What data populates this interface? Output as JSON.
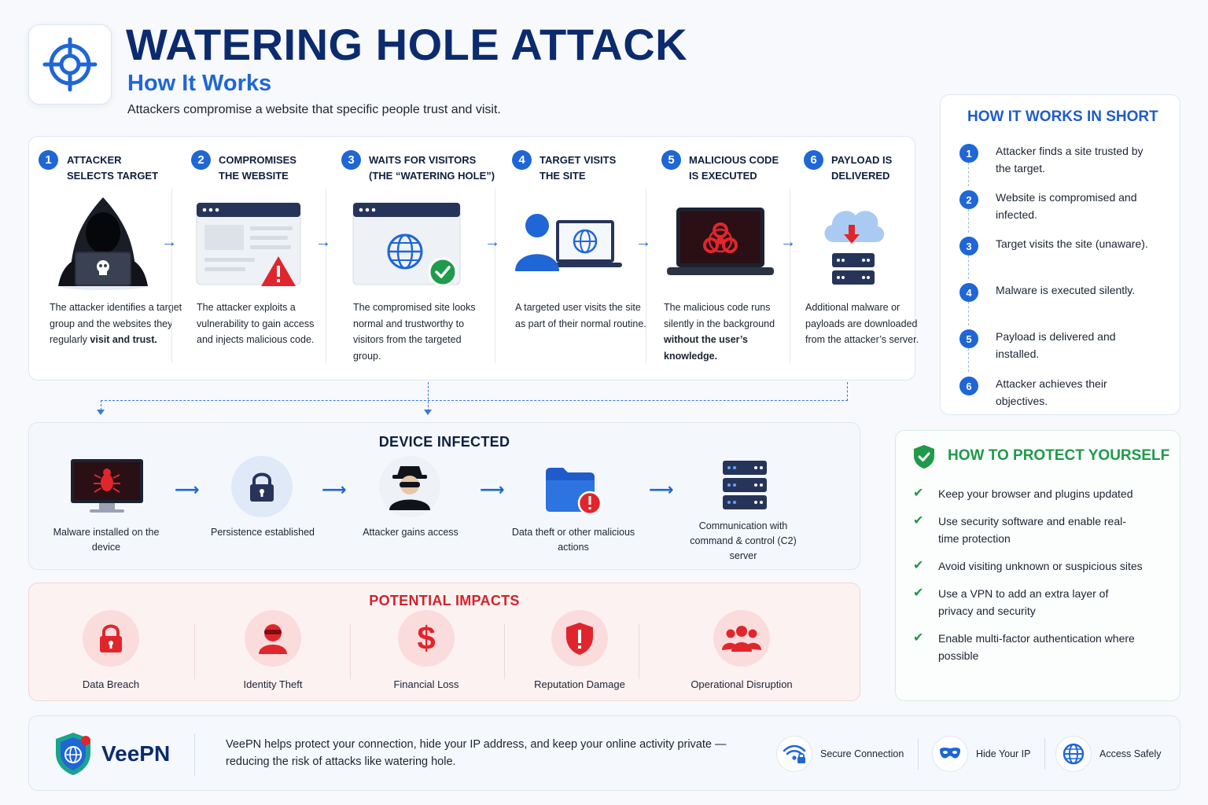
{
  "header": {
    "title": "WATERING HOLE ATTACK",
    "subtitle": "How It Works",
    "tagline": "Attackers compromise a website that specific people trust and visit."
  },
  "steps": [
    {
      "num": "1",
      "title_line1": "ATTACKER",
      "title_line2": "SELECTS TARGET",
      "desc": "The attacker identifies a target group and the websites they regularly",
      "desc_bold": "visit and trust."
    },
    {
      "num": "2",
      "title_line1": "COMPROMISES",
      "title_line2": "THE WEBSITE",
      "desc": "The attacker exploits a vulnerability to gain access and injects malicious code.",
      "desc_bold": ""
    },
    {
      "num": "3",
      "title_line1": "WAITS FOR VISITORS",
      "title_line2": "(THE “WATERING HOLE”)",
      "desc": "The compromised site looks normal and trustworthy to visitors from the targeted group.",
      "desc_bold": ""
    },
    {
      "num": "4",
      "title_line1": "TARGET VISITS",
      "title_line2": "THE SITE",
      "desc": "A targeted user visits the site as part of their normal routine.",
      "desc_bold": ""
    },
    {
      "num": "5",
      "title_line1": "MALICIOUS CODE",
      "title_line2": "IS EXECUTED",
      "desc": "The malicious code runs silently in the background",
      "desc_bold": "without the user’s knowledge."
    },
    {
      "num": "6",
      "title_line1": "PAYLOAD IS",
      "title_line2": "DELIVERED",
      "desc": "Additional malware or payloads are downloaded from the attacker’s server.",
      "desc_bold": ""
    }
  ],
  "short": {
    "title": "HOW IT WORKS IN SHORT",
    "items": [
      {
        "num": "1",
        "text": "Attacker finds a site trusted by the target."
      },
      {
        "num": "2",
        "text": "Website is compromised and infected."
      },
      {
        "num": "3",
        "text": "Target visits the site (unaware)."
      },
      {
        "num": "4",
        "text": "Malware is executed silently."
      },
      {
        "num": "5",
        "text": "Payload is delivered and installed."
      },
      {
        "num": "6",
        "text": "Attacker achieves their objectives."
      }
    ]
  },
  "device": {
    "title": "DEVICE INFECTED",
    "items": [
      {
        "label": "Malware installed on the device"
      },
      {
        "label": "Persistence established"
      },
      {
        "label": "Attacker gains access"
      },
      {
        "label": "Data theft or other malicious actions"
      },
      {
        "label": "Communication with command & control (C2) server"
      }
    ]
  },
  "impacts": {
    "title": "POTENTIAL IMPACTS",
    "items": [
      {
        "label": "Data Breach",
        "icon": "lock-icon"
      },
      {
        "label": "Identity Theft",
        "icon": "masked-person-icon"
      },
      {
        "label": "Financial Loss",
        "icon": "dollar-icon"
      },
      {
        "label": "Reputation Damage",
        "icon": "shield-alert-icon"
      },
      {
        "label": "Operational Disruption",
        "icon": "people-icon"
      }
    ]
  },
  "protect": {
    "title": "HOW TO PROTECT YOURSELF",
    "items": [
      {
        "text": "Keep your browser and plugins updated"
      },
      {
        "text": "Use security software and enable real-time protection"
      },
      {
        "text": "Avoid visiting unknown or suspicious sites"
      },
      {
        "text": "Use a VPN to add an extra layer of privacy and security"
      },
      {
        "text": "Enable multi-factor authentication where possible"
      }
    ]
  },
  "footer": {
    "brand": "VeePN",
    "desc": "VeePN helps protect your connection, hide your IP address, and keep your online activity private — reducing the risk of attacks like watering hole.",
    "badges": [
      {
        "label": "Secure Connection",
        "icon": "wifi-lock-icon"
      },
      {
        "label": "Hide Your IP",
        "icon": "mask-icon"
      },
      {
        "label": "Access Safely",
        "icon": "globe-icon"
      }
    ]
  },
  "colors": {
    "primary_blue": "#1f66d6",
    "navy": "#0c2b6e",
    "danger_red": "#d3232a",
    "success_green": "#1f9a4a"
  }
}
